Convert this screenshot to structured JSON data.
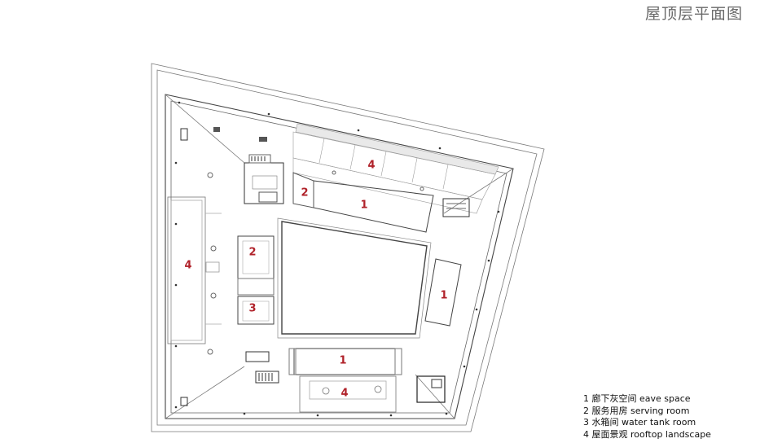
{
  "title": "屋顶层平面图",
  "labels": {
    "eave_top": "1",
    "eave_right": "1",
    "eave_bottom": "1",
    "serving_top": "2",
    "serving_left": "2",
    "tank": "3",
    "landscape_top": "4",
    "landscape_left": "4",
    "landscape_bottom": "4"
  },
  "legend": [
    "1 廊下灰空间 eave space",
    "2 服务用房 serving room",
    "3 水箱间 water tank room",
    "4 屋面景观 rooftop landscape"
  ],
  "colors": {
    "label": "#b0222a",
    "line": "#555555",
    "light_line": "#9a9a9a"
  }
}
